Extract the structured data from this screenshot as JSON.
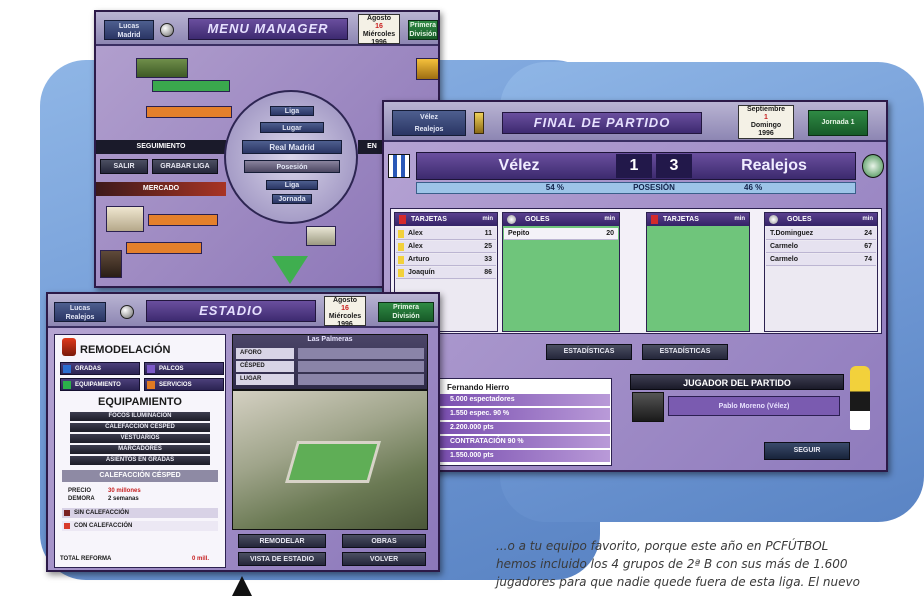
{
  "colors": {
    "accent": "#6a4f9e",
    "blue_backdrop": "#7ea6dd",
    "title_bar": "#3d2a70"
  },
  "manager": {
    "title": "MENU MANAGER",
    "user_chip": [
      "Lucas",
      "Madrid"
    ],
    "date": [
      "Agosto",
      "16",
      "Miércoles",
      "1996"
    ],
    "right_chip": [
      "Primera",
      "División"
    ],
    "seguimiento": "SEGUIMIENTO",
    "mercado": "MERCADO",
    "btn_salir": "SALIR",
    "btn_grabar": "GRABAR LIGA",
    "wheel": [
      "Liga",
      "Lugar",
      "Real Madrid",
      "Posesión",
      "Liga",
      "Jornada"
    ],
    "right_edge_label": "EN"
  },
  "match": {
    "title": "FINAL DE PARTIDO",
    "chip": [
      "Vélez",
      "Realejos"
    ],
    "date": [
      "Septiembre",
      "1",
      "Domingo",
      "1996"
    ],
    "jornada": "Jornada 1",
    "home": "Vélez",
    "away": "Realejos",
    "home_goals": "1",
    "away_goals": "3",
    "possession_home": "54 %",
    "possession_label": "POSESIÓN",
    "possession_away": "46 %",
    "tarjetas": "TARJETAS",
    "goles": "GOLES",
    "minute_hdr": "min",
    "home_cards": [
      {
        "name": "Alex",
        "min": "11"
      },
      {
        "name": "Alex",
        "min": "25"
      },
      {
        "name": "Arturo",
        "min": "33"
      },
      {
        "name": "Joaquín",
        "min": "86"
      }
    ],
    "home_goals_list": [
      {
        "name": "Pepito",
        "min": "20"
      }
    ],
    "away_goals_list": [
      {
        "name": "T.Dominguez",
        "min": "24"
      },
      {
        "name": "Carmelo",
        "min": "67"
      },
      {
        "name": "Carmelo",
        "min": "74"
      }
    ],
    "stats_btn_1": "ESTADÍSTICAS",
    "stats_btn_2": "ESTADÍSTICAS",
    "referee": "Fernando Hierro",
    "info_lines": [
      "5.000 espectadores",
      "1.550 espec.   90 %",
      "2.200.000 pts",
      "CONTRATACIÓN   90 %",
      "1.550.000 pts"
    ],
    "player_of_match": "JUGADOR DEL PARTIDO",
    "player_name": "Pablo Moreno (Vélez)",
    "seguir": "SEGUIR"
  },
  "stadium": {
    "title": "ESTADIO",
    "chip": [
      "Lucas",
      "Realejos"
    ],
    "date": [
      "Agosto",
      "16",
      "Miércoles",
      "1996"
    ],
    "right_chip": [
      "Primera",
      "División"
    ],
    "remodel": "REMODELACIÓN",
    "options": [
      "GRADAS",
      "PALCOS",
      "EQUIPAMIENTO",
      "SERVICIOS"
    ],
    "equipamiento": "EQUIPAMIENTO",
    "equip_list": [
      "FOCOS ILUMINACIÓN",
      "CALEFACCIÓN CÉSPED",
      "VESTUARIOS",
      "MARCADORES",
      "ASIENTOS EN GRADAS"
    ],
    "calef": "CALEFACCIÓN CÉSPED",
    "precio_lbl": "PRECIO",
    "precio_val": "30 millones",
    "demora_lbl": "DEMORA",
    "demora_val": "2 semanas",
    "sin": "SIN CALEFACCIÓN",
    "con": "CON CALEFACCIÓN",
    "total": "TOTAL REFORMA",
    "total_val": "0 mill.",
    "right_header": "Las Palmeras",
    "right_rows": [
      "AFORO",
      "CÉSPED",
      "LUGAR"
    ],
    "remodelar": "REMODELAR",
    "obras": "OBRAS",
    "vista": "VISTA DE ESTADIO",
    "volver": "VOLVER"
  },
  "caption": {
    "line1": "...o a tu equipo favorito, porque este año en PCFÚTBOL",
    "line2": "hemos incluido los 4 grupos de 2ª B con sus más de 1.600",
    "line3": "jugadores para que nadie quede fuera de esta liga. El nuevo"
  }
}
